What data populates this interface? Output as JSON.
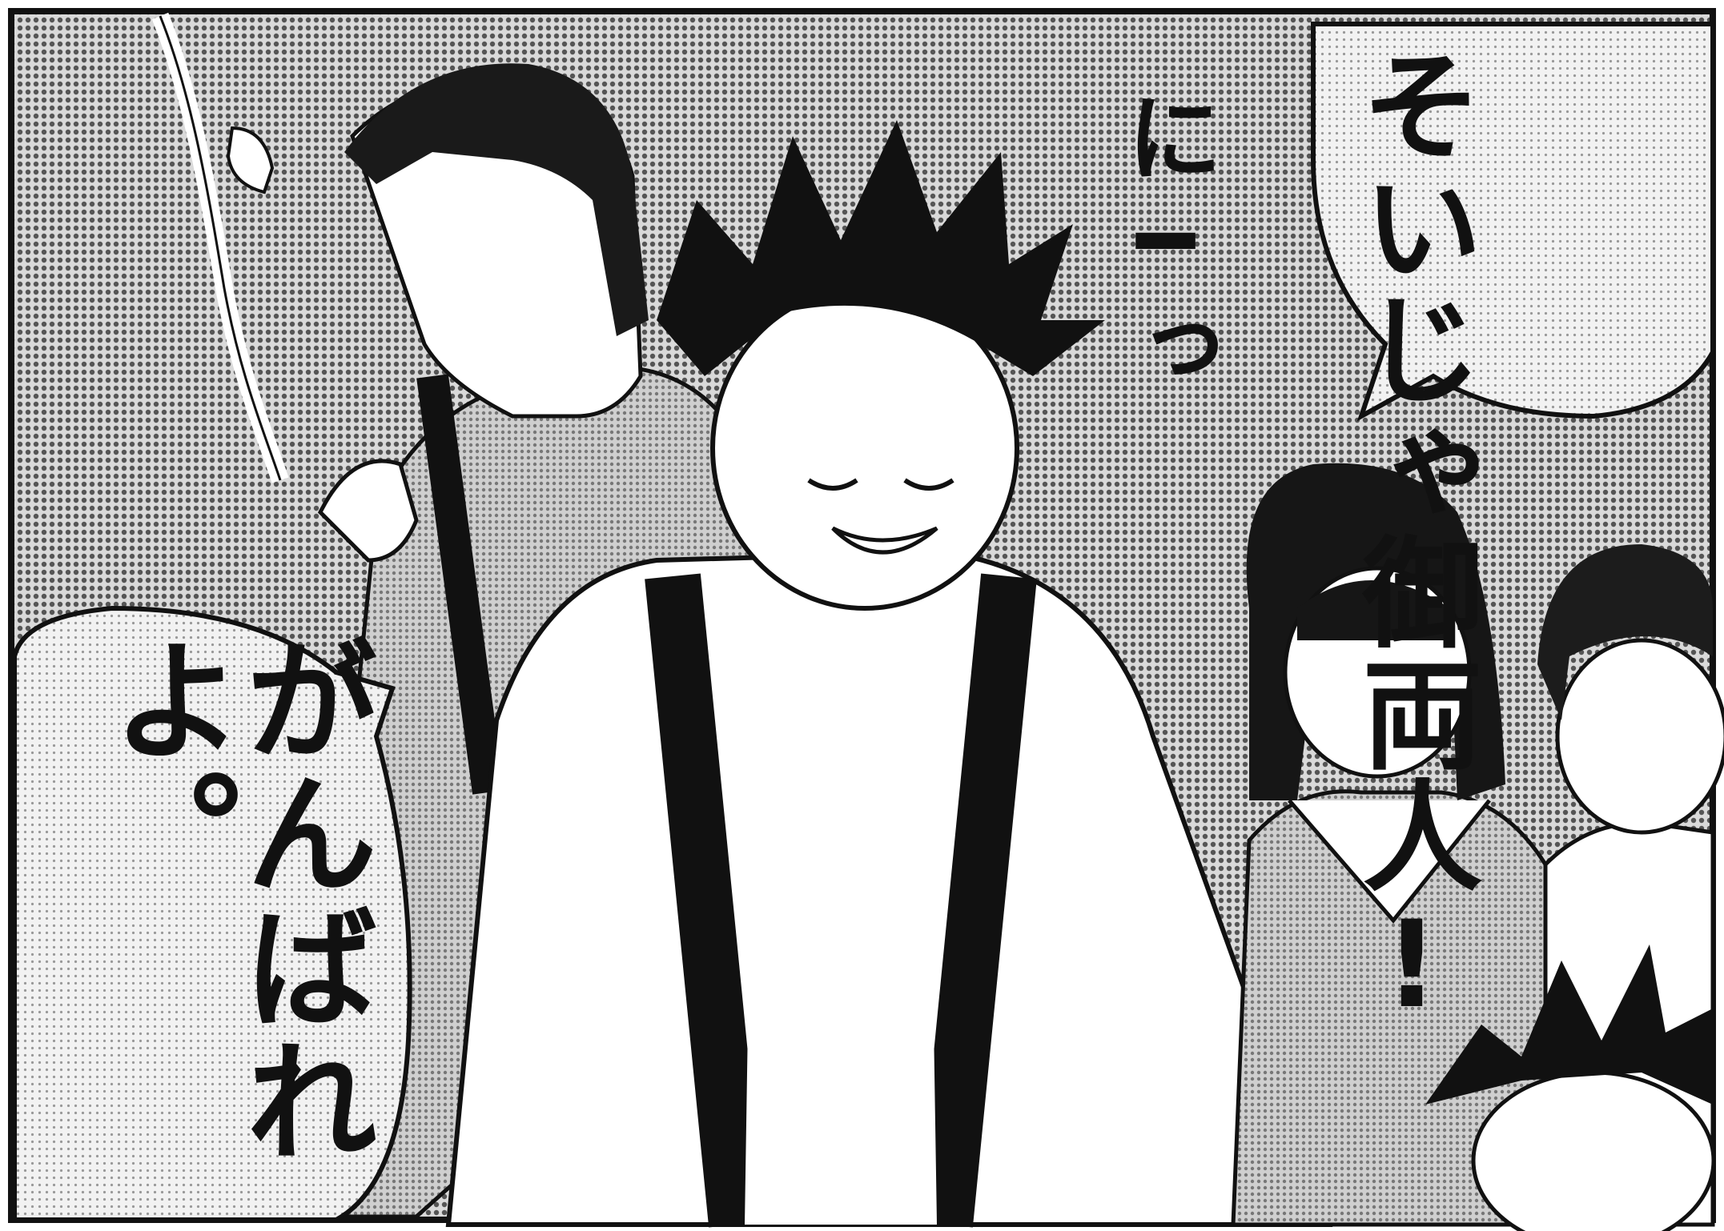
{
  "panel": {
    "speech_right": {
      "text": "そいじゃ御両人!"
    },
    "speech_left": {
      "text": "がんばれよ。"
    },
    "sound_effect": {
      "text": "に━っ"
    },
    "characters": [
      {
        "name": "long-haired-man-with-cigarette"
      },
      {
        "name": "spiky-haired-man-grinning"
      },
      {
        "name": "long-haired-woman-smiling"
      },
      {
        "name": "girl-smiling"
      },
      {
        "name": "boy-bottom-corner"
      }
    ],
    "colors": {
      "screentone": "#8c8c8c",
      "ink": "#111111",
      "paper": "#ffffff"
    }
  }
}
